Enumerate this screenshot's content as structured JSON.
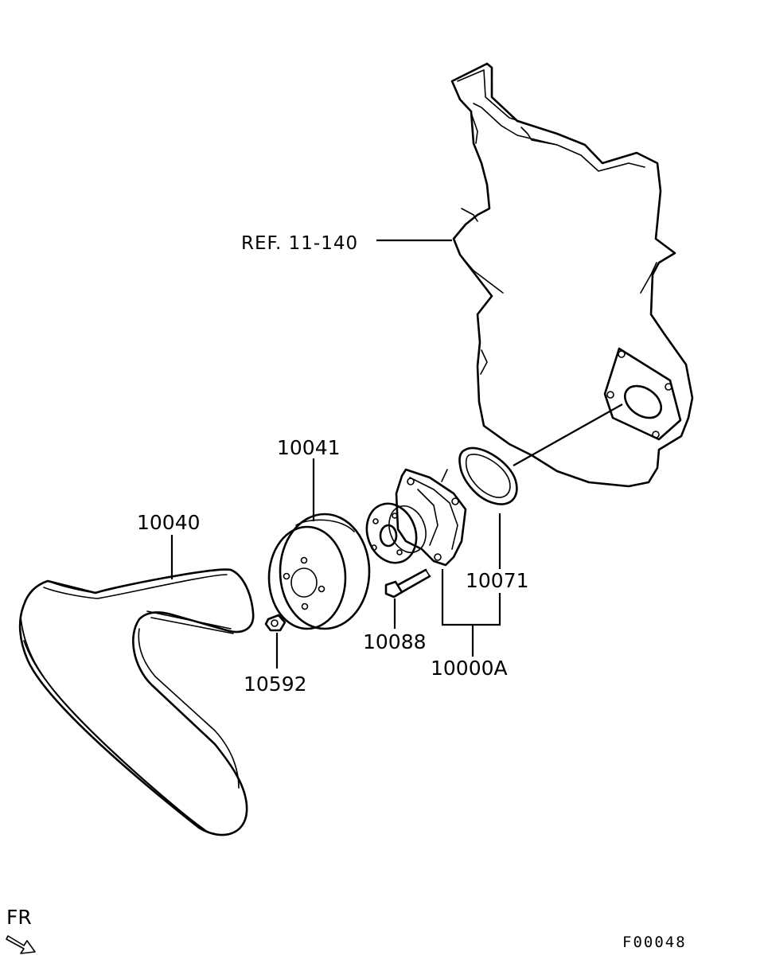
{
  "labels": {
    "ref": "REF. 11-140",
    "p10041": "10041",
    "p10040": "10040",
    "p10071": "10071",
    "p10088": "10088",
    "p10592": "10592",
    "p10000A": "10000A",
    "fr": "FR",
    "figure_code": "F00048"
  }
}
